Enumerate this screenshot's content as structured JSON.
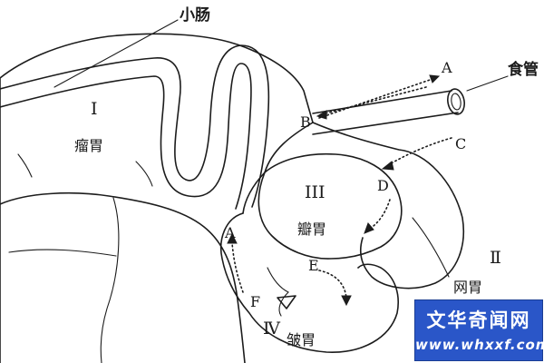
{
  "labels": {
    "small_intestine": "小肠",
    "esophagus": "食管",
    "rumen_numeral": "I",
    "rumen": "瘤胃",
    "reticulum_numeral": "Ⅱ",
    "reticulum": "网胃",
    "omasum_numeral": "III",
    "omasum": "瓣胃",
    "abomasum_numeral": "Ⅳ",
    "abomasum": "皱胃",
    "point_a_right": "A",
    "point_b": "B",
    "point_c": "C",
    "point_d": "D",
    "point_a_left": "A",
    "point_e": "E",
    "point_f": "F"
  },
  "watermark": {
    "title": "文华奇闻网",
    "url": "www.whxxf.com",
    "color": "#2a56c8"
  }
}
